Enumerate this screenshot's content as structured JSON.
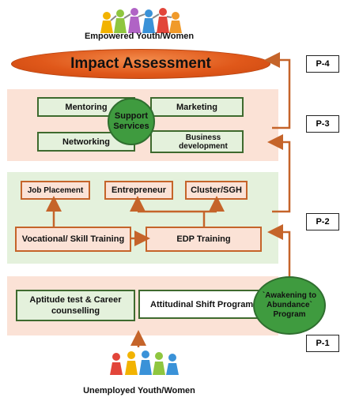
{
  "top_caption": "Empowered Youth/Women",
  "bottom_caption": "Unemployed Youth/Women",
  "impact": "Impact Assessment",
  "support": {
    "circle": "Support Services",
    "mentoring": "Mentoring",
    "marketing": "Marketing",
    "networking": "Networking",
    "business_development": "Business development"
  },
  "training": {
    "job_placement": "Job Placement",
    "entrepreneur": "Entrepreneur",
    "cluster": "Cluster/SGH",
    "vocational": "Vocational/ Skill Training",
    "edp": "EDP Training"
  },
  "awareness": {
    "aptitude": "Aptitude test & Career counselling",
    "attitudinal": "Attitudinal Shift Program",
    "circle": "`Awakening to Abundance` Program"
  },
  "phases": {
    "p1": "P-1",
    "p2": "P-2",
    "p3": "P-3",
    "p4": "P-4"
  },
  "colors": {
    "arrow": "#c5642a",
    "circle_green": "#3f9b3f",
    "panel_peach": "#fbe2d6",
    "panel_green": "#e4f1dc",
    "impact_orange": "#e0581a"
  }
}
